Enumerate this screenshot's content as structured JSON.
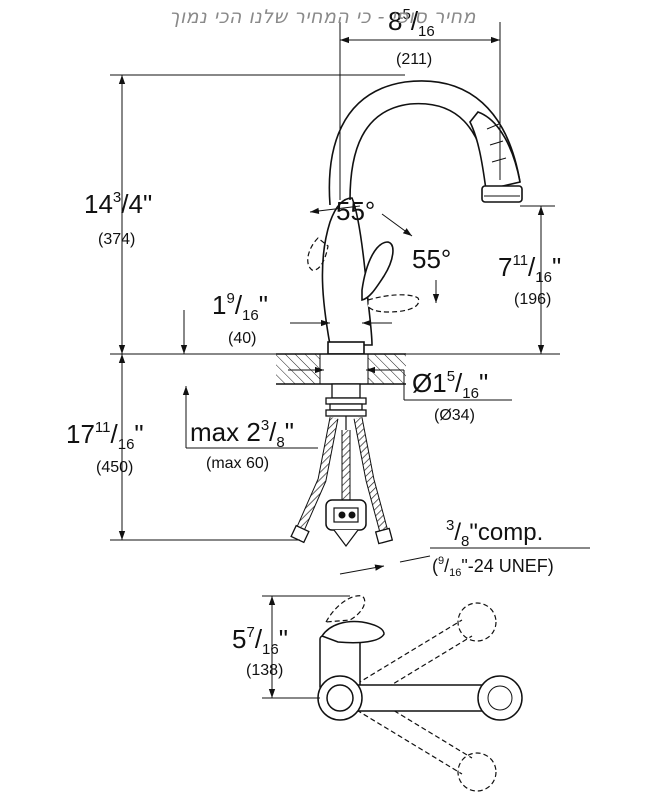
{
  "watermark": "מחיר סופי - כי המחיר שלנו הכי נמוך",
  "dims": {
    "width_top": {
      "whole": "8",
      "num": "5",
      "den": "16",
      "mm": "(211)"
    },
    "height_total": {
      "whole": "14",
      "num": "3",
      "den": "4",
      "mm": "(374)"
    },
    "spout_height": {
      "whole": "7",
      "num": "11",
      "den": "16",
      "mm": "(196)"
    },
    "base_width": {
      "whole": "1",
      "num": "9",
      "den": "16",
      "mm": "(40)"
    },
    "hole_diameter": {
      "prefix": "Ø1",
      "num": "5",
      "den": "16",
      "mm": "(Ø34)"
    },
    "below_length": {
      "whole": "17",
      "num": "11",
      "den": "16",
      "mm": "(450)"
    },
    "max_thickness": {
      "prefix": "max 2",
      "num": "3",
      "den": "8",
      "mm": "(max 60)"
    },
    "comp": {
      "num": "3",
      "den": "8",
      "suffix": "\"comp.",
      "sub_open": "(",
      "sub_num": "9",
      "sub_den": "16",
      "sub_rest": "\"-24 UNEF)"
    },
    "top_height": {
      "whole": "5",
      "num": "7",
      "den": "16",
      "mm": "(138)"
    },
    "angle_left": "55°",
    "angle_right": "55°",
    "inch_mark": "\""
  }
}
